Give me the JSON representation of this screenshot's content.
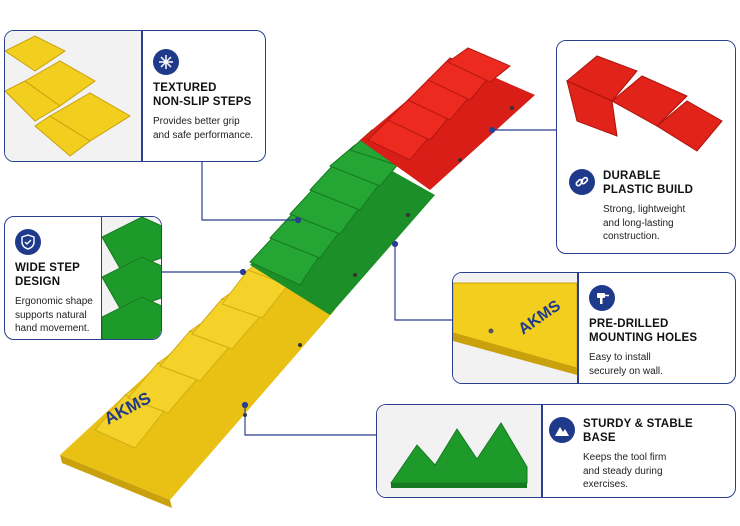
{
  "brand": {
    "logo_text": "AKMS"
  },
  "colors": {
    "navy": "#1f3a8a",
    "yellow": "#f2cf1f",
    "green": "#1e9a2b",
    "red": "#e2231a"
  },
  "features": [
    {
      "id": "textured",
      "icon": "snowflake-icon",
      "title": "TEXTURED\nNON-SLIP STEPS",
      "desc": "Provides better grip\nand safe performance."
    },
    {
      "id": "durable",
      "icon": "link-icon",
      "title": "DURABLE\nPLASTIC BUILD",
      "desc": "Strong, lightweight\nand long-lasting\nconstruction."
    },
    {
      "id": "wide",
      "icon": "shield-icon",
      "title": "WIDE STEP\nDESIGN",
      "desc": "Ergonomic shape\nsupports natural\nhand movement."
    },
    {
      "id": "predrilled",
      "icon": "drill-icon",
      "title": "PRE-DRILLED\nMOUNTING HOLES",
      "desc": "Easy to install\nsecurely on wall."
    },
    {
      "id": "sturdy",
      "icon": "mountain-icon",
      "title": "STURDY & STABLE\nBASE",
      "desc": "Keeps the tool firm\nand steady during\nexercises."
    }
  ]
}
